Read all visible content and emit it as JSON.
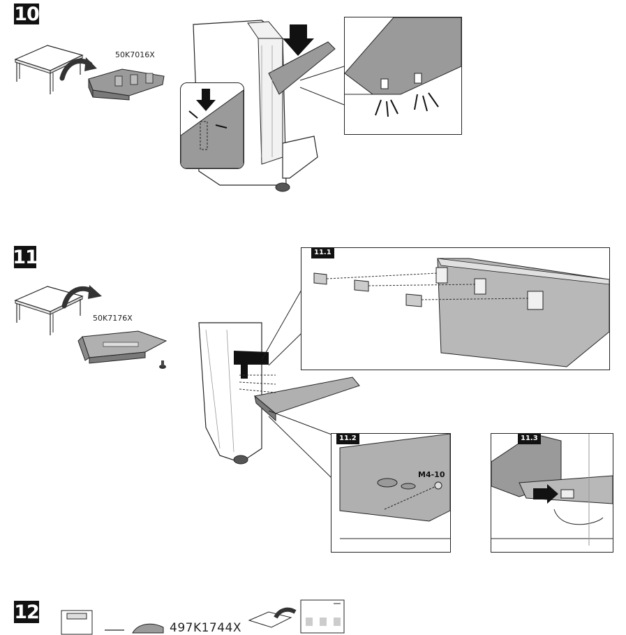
{
  "steps": [
    {
      "number": "10",
      "part_code": "50K7016X"
    },
    {
      "number": "11",
      "part_code": "50K7176X",
      "substeps": [
        {
          "label": "11.1"
        },
        {
          "label": "11.2",
          "screw_label": "M4-10"
        },
        {
          "label": "11.3"
        }
      ]
    },
    {
      "number": "12",
      "part_code": "497K1744X"
    }
  ]
}
